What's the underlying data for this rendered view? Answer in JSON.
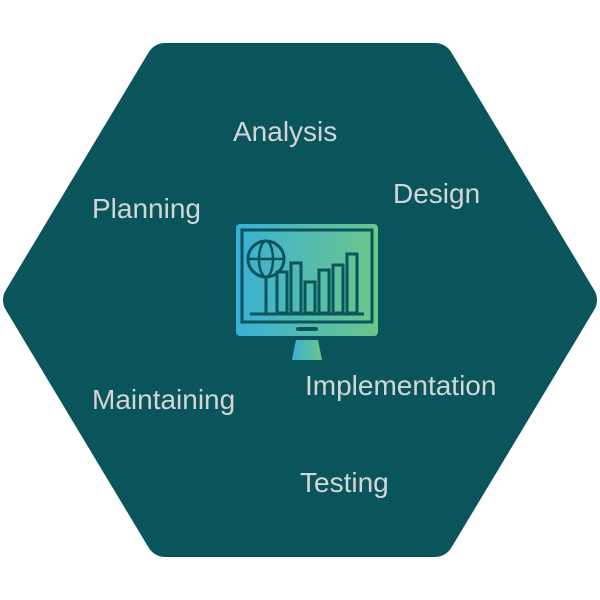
{
  "colors": {
    "hexagon": "#0a545b",
    "text": "#d3d6d8",
    "gradient_start": "#3ab0d6",
    "gradient_end": "#6cc68a"
  },
  "center_icon": "monitor-chart-globe-icon",
  "stages": [
    {
      "label": "Analysis"
    },
    {
      "label": "Design"
    },
    {
      "label": "Implementation"
    },
    {
      "label": "Testing"
    },
    {
      "label": "Maintaining"
    },
    {
      "label": "Planning"
    }
  ]
}
